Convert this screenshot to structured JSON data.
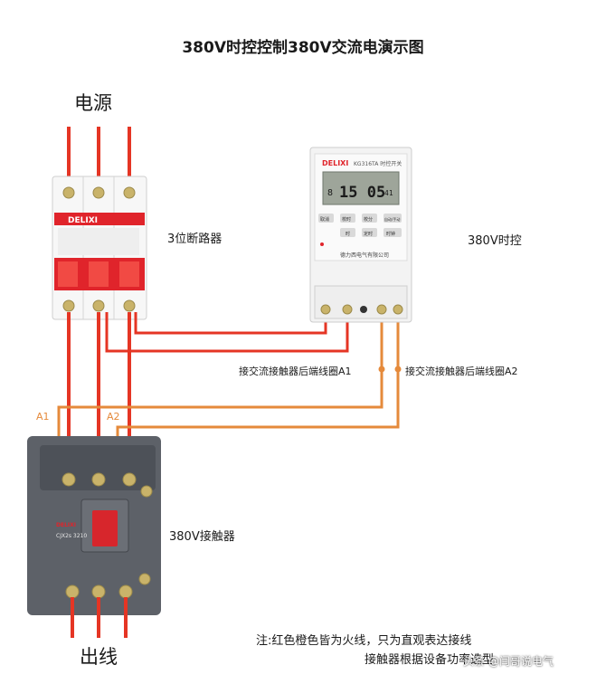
{
  "title": "380V时控控制380V交流电演示图",
  "labels": {
    "power": "电源",
    "breaker": "3位断路器",
    "timer": "380V时控",
    "contactor": "380V接触器",
    "output": "出线",
    "wire_a1": "接交流接触器后端线圈A1",
    "wire_a2": "接交流接触器后端线圈A2",
    "a1": "A1",
    "a2": "A2"
  },
  "breaker": {
    "brand": "DELIXI"
  },
  "timer": {
    "brand": "DELIXI",
    "model": "KG316TA 时控开关",
    "display": "15 05",
    "display_prefix": "8",
    "display_suffix": "41",
    "buttons": [
      "取消",
      "校时",
      "校分",
      "自动/手动",
      "时",
      "定时",
      "时钟"
    ],
    "maker": "德力西电气有限公司"
  },
  "contactor": {
    "brand": "DELIXI",
    "model": "CJX2s 3210"
  },
  "note": {
    "line1": "注:红色橙色皆为火线，只为直观表达接线",
    "line2": "接触器根据设备功率选型"
  },
  "watermark": "头条 @闫哥说电气",
  "colors": {
    "red_wire": "#e53524",
    "orange_wire": "#e58a3b",
    "breaker_red": "#e0242b",
    "contactor_gray": "#5d6168",
    "lcd": "#9ea59a"
  }
}
